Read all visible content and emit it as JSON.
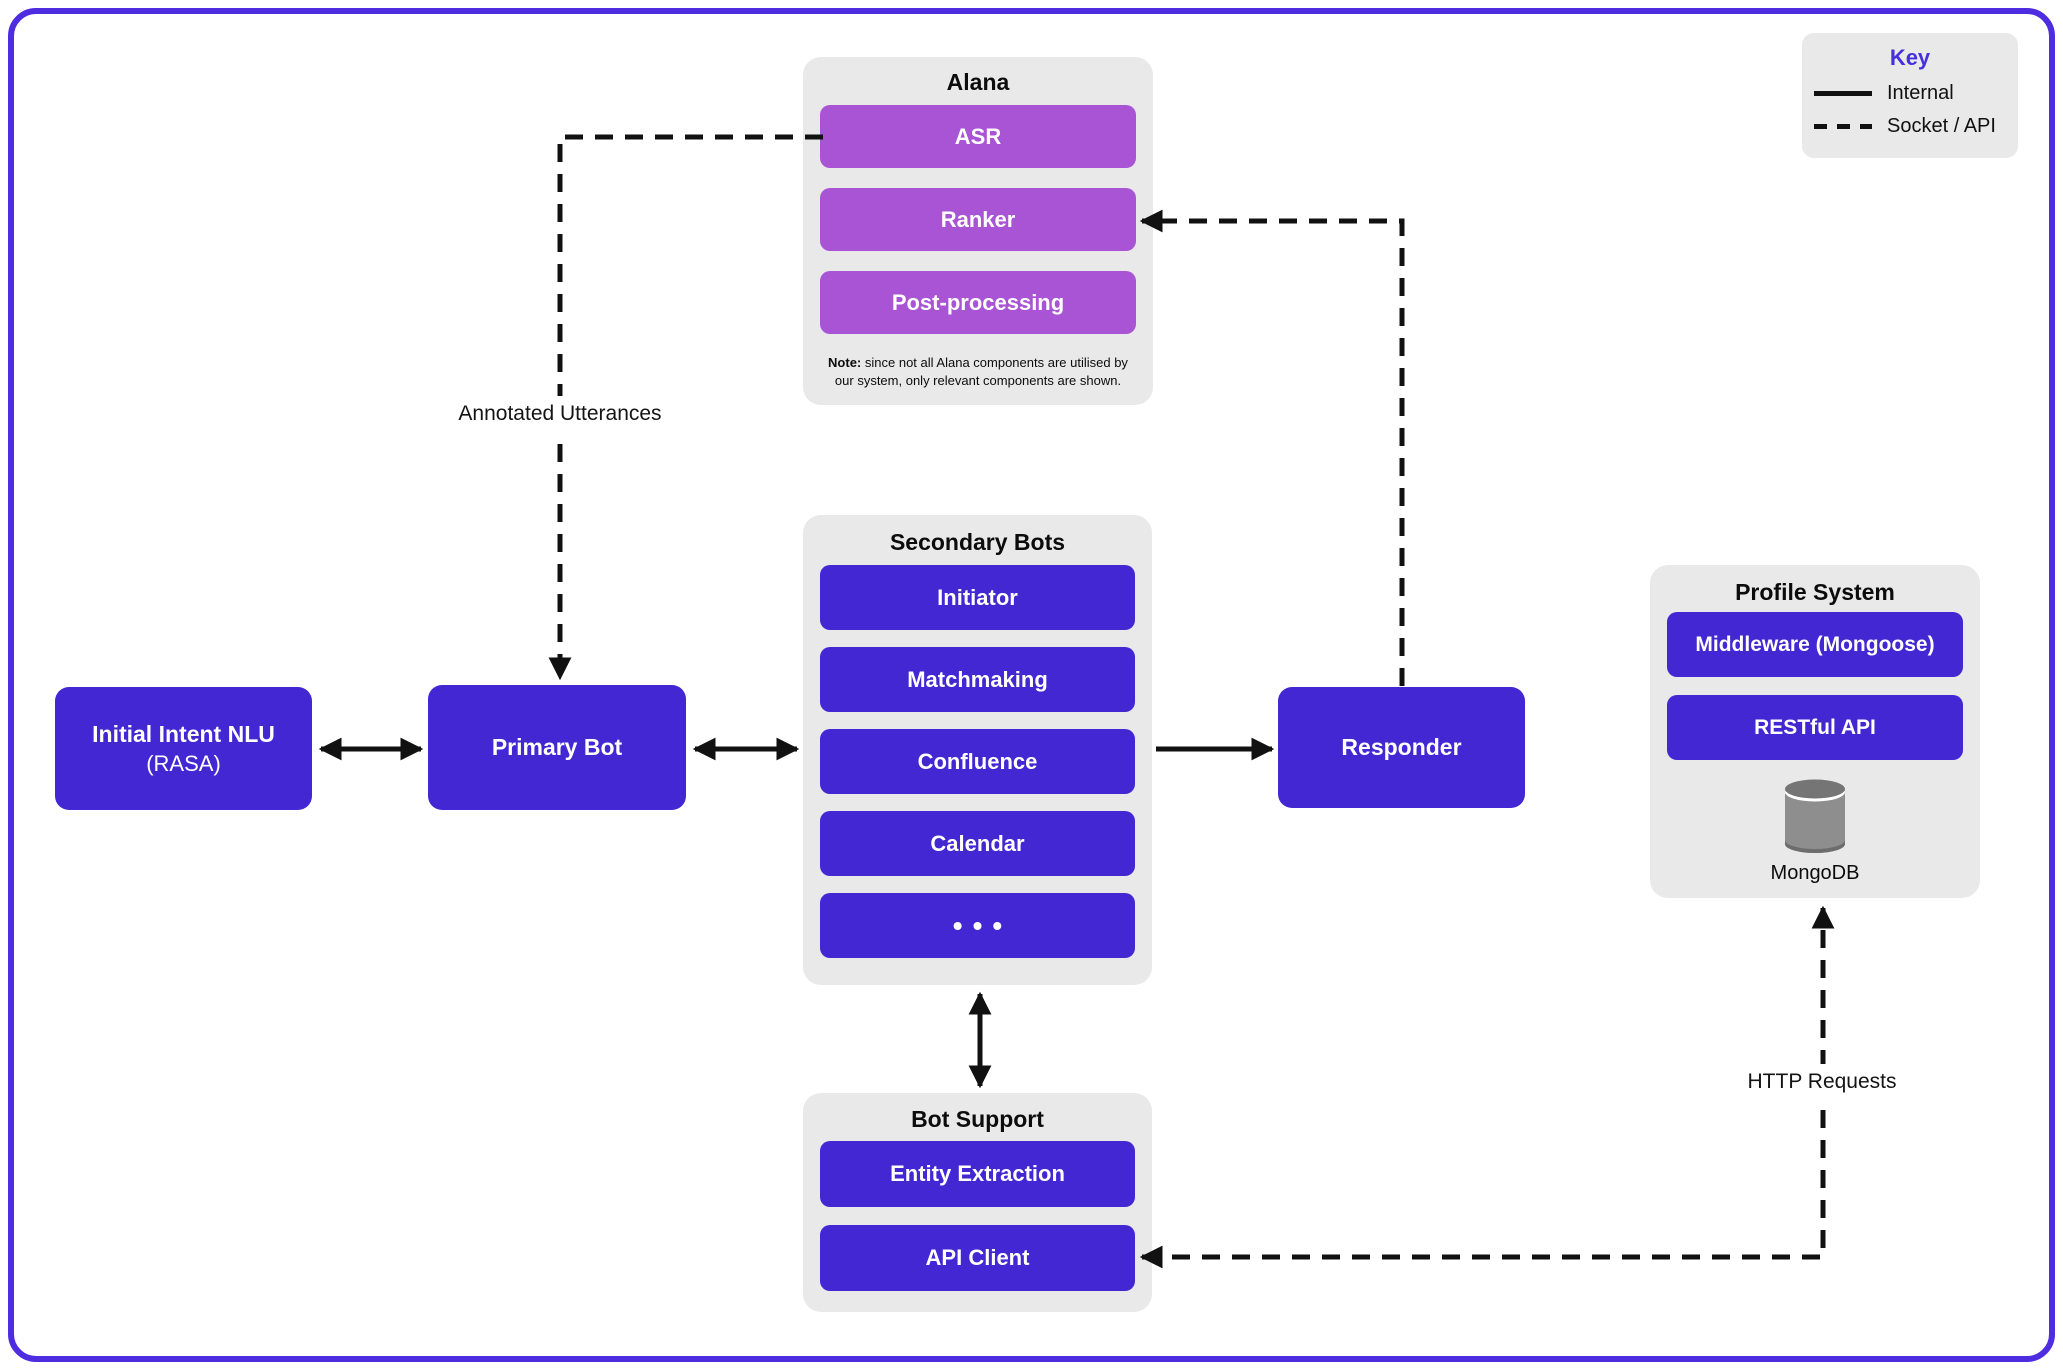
{
  "key": {
    "title": "Key",
    "items": [
      {
        "label": "Internal",
        "line": "solid"
      },
      {
        "label": "Socket / API",
        "line": "dashed"
      }
    ]
  },
  "groups": {
    "alana": {
      "title": "Alana",
      "items": [
        "ASR",
        "Ranker",
        "Post-processing"
      ],
      "note_bold": "Note:",
      "note_text": " since not all Alana components are utilised by our system, only relevant components are shown."
    },
    "secondary_bots": {
      "title": "Secondary Bots",
      "items": [
        "Initiator",
        "Matchmaking",
        "Confluence",
        "Calendar",
        "•••"
      ]
    },
    "bot_support": {
      "title": "Bot Support",
      "items": [
        "Entity Extraction",
        "API Client"
      ]
    },
    "profile_system": {
      "title": "Profile System",
      "items": [
        "Middleware (Mongoose)",
        "RESTful API"
      ],
      "database_label": "MongoDB"
    }
  },
  "nodes": {
    "initial_intent_nlu": {
      "title": "Initial Intent NLU",
      "subtitle": "(RASA)"
    },
    "primary_bot": "Primary Bot",
    "responder": "Responder"
  },
  "edge_labels": {
    "annotated_utterances": "Annotated Utterances",
    "http_requests": "HTTP Requests"
  },
  "colors": {
    "indigo_box": "#4227d3",
    "purple_box": "#a854d4",
    "group_background": "#e9e9ea",
    "page_border": "#4e2ce0",
    "key_title": "#4630dc",
    "arrow": "#111111",
    "database_gray": "#8e8e8e"
  }
}
